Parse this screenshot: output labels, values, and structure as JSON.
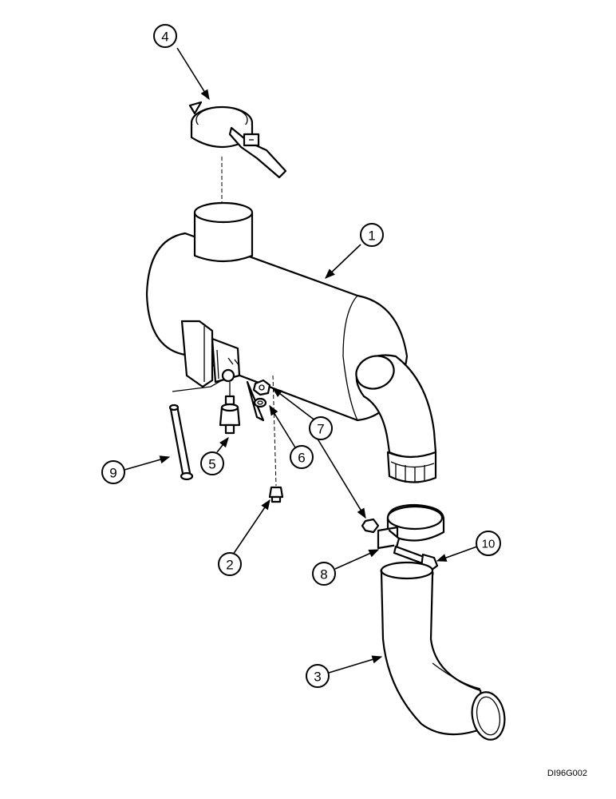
{
  "diagram": {
    "callouts": [
      "1",
      "2",
      "3",
      "4",
      "5",
      "6",
      "7",
      "8",
      "9",
      "10"
    ],
    "drawing_code": "DI96G002"
  }
}
